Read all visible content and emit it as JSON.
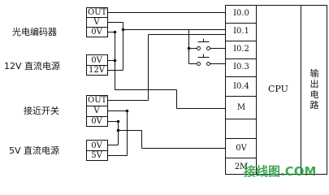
{
  "devices": {
    "encoder": {
      "label": "光电编码器",
      "terminals": [
        "OUT",
        "V",
        "0V"
      ]
    },
    "psu12": {
      "label": "12V 直流电源",
      "terminals": [
        "0V",
        "12V"
      ]
    },
    "proximity": {
      "label": "接近开关",
      "terminals": [
        "OUT",
        "V",
        "0V"
      ]
    },
    "psu5": {
      "label": "5V 直流电源",
      "terminals": [
        "0V",
        "5V"
      ]
    }
  },
  "plc": {
    "inputs": [
      "I0.0",
      "I0.1",
      "I0.2",
      "I0.3",
      "I0.4",
      "M",
      "",
      "0V",
      "2M"
    ],
    "cpu_label": "CPU",
    "output_label": "输出电路"
  },
  "watermark": {
    "text": "接线图.COM"
  }
}
